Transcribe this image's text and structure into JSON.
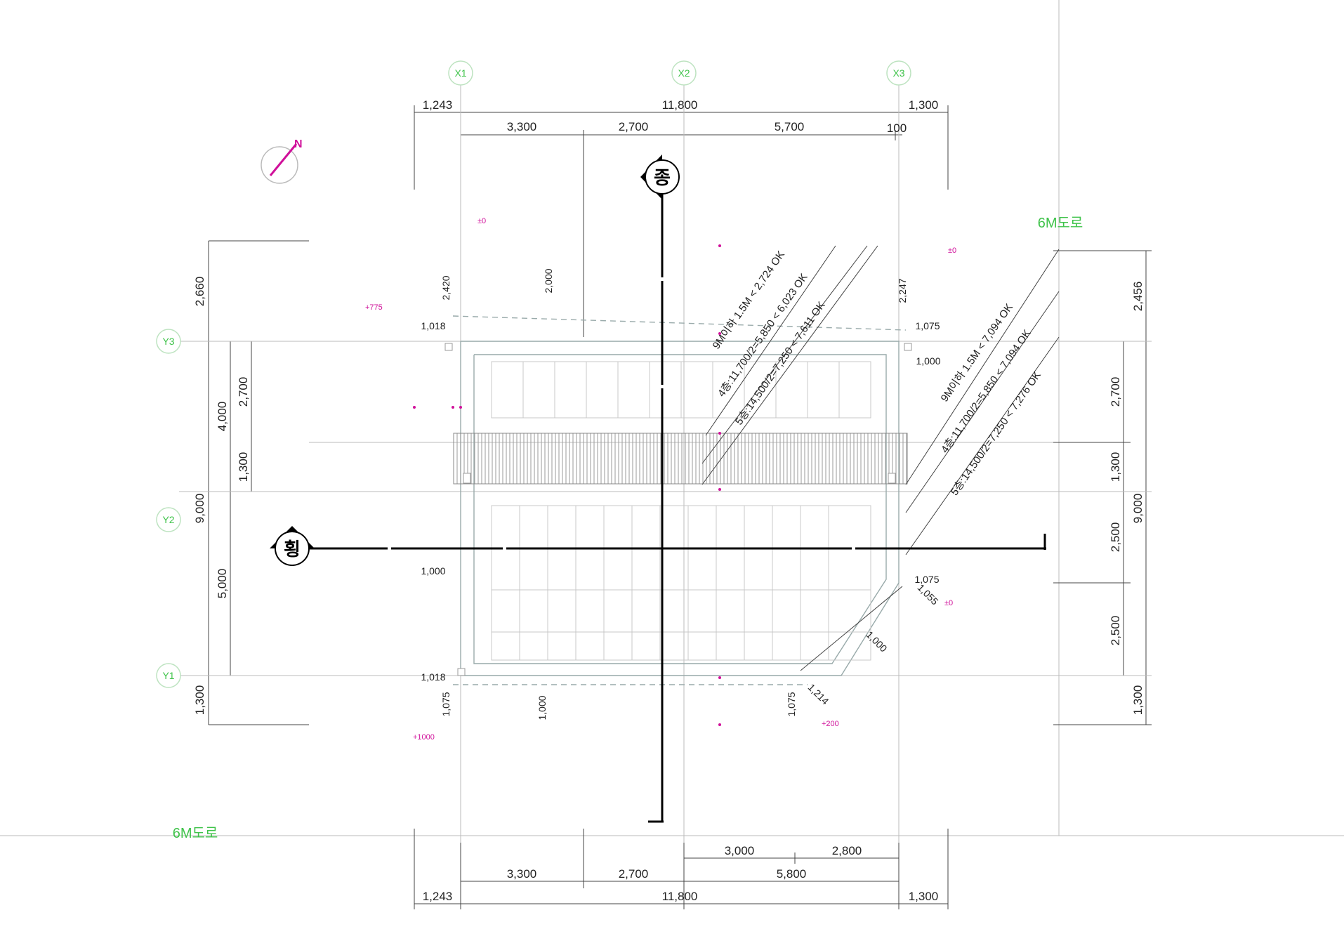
{
  "grid": {
    "x": [
      "X1",
      "X2",
      "X3"
    ],
    "y": [
      "Y1",
      "Y2",
      "Y3"
    ]
  },
  "dims_top": {
    "row1": [
      "1,243",
      "11,800",
      "1,300"
    ],
    "row2": [
      "3,300",
      "2,700",
      "5,700",
      "100"
    ]
  },
  "dims_bottom": {
    "row1": [
      "3,000",
      "2,800"
    ],
    "row2": [
      "3,300",
      "2,700",
      "5,800"
    ],
    "row3": [
      "1,243",
      "11,800",
      "1,300"
    ]
  },
  "dims_left": {
    "outer": [
      "2,660",
      "9,000",
      "1,300"
    ],
    "inner": [
      "4,000",
      "5,000"
    ],
    "innermost": [
      "2,700",
      "1,300"
    ]
  },
  "dims_right": {
    "outer": [
      "2,456",
      "9,000",
      "1,300"
    ],
    "inner": [
      "2,700",
      "1,300",
      "2,500",
      "2,500"
    ]
  },
  "local_dims": {
    "d2420": "2,420",
    "d2000": "2,000",
    "d2247": "2,247",
    "d1018a": "1,018",
    "d1075a": "1,075",
    "d1000a": "1,000",
    "d1000b": "1,000",
    "d1075b": "1,075",
    "d1055": "1,055",
    "d1000c": "1,000",
    "d1018b": "1,018",
    "d1075c": "1,075",
    "d1000d": "1,000",
    "d1075d": "1,075",
    "d1214": "1,214"
  },
  "section_markers": {
    "vertical": "종",
    "horizontal": "횡"
  },
  "roads": {
    "right": "6M도로",
    "bottom": "6M도로"
  },
  "elevations": {
    "e1": "±0",
    "e2": "±0",
    "e3": "+775",
    "e4": "±0",
    "e5": "+1000",
    "e6": "+200"
  },
  "height_checks_left": [
    "9M이하 1.5M < 2,724 OK",
    "4층:11,700/2=5,850 < 6,023 OK",
    "5층:14,500/2=7,250 < 7,611 OK"
  ],
  "height_checks_right": [
    "9M이하 1.5M < 7,094 OK",
    "4층:11,700/2=5,850 < 7,094 OK",
    "5층:14,500/2=7,250 < 7,276 OK"
  ],
  "colors": {
    "green": "#3fc34a",
    "magenta": "#d0109a",
    "line": "#222222"
  }
}
